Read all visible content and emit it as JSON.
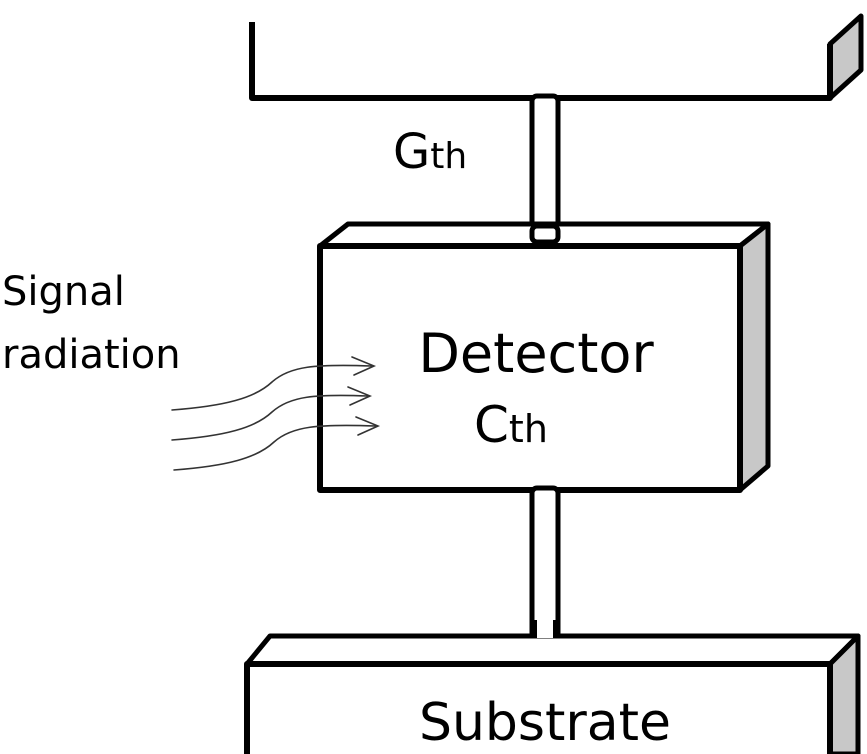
{
  "labels": {
    "gth_main": "G",
    "gth_sub": "th",
    "signal_line1": "Signal",
    "signal_line2": "radiation",
    "detector": "Detector",
    "cth_main": "C",
    "cth_sub": "th",
    "substrate": "Substrate"
  }
}
